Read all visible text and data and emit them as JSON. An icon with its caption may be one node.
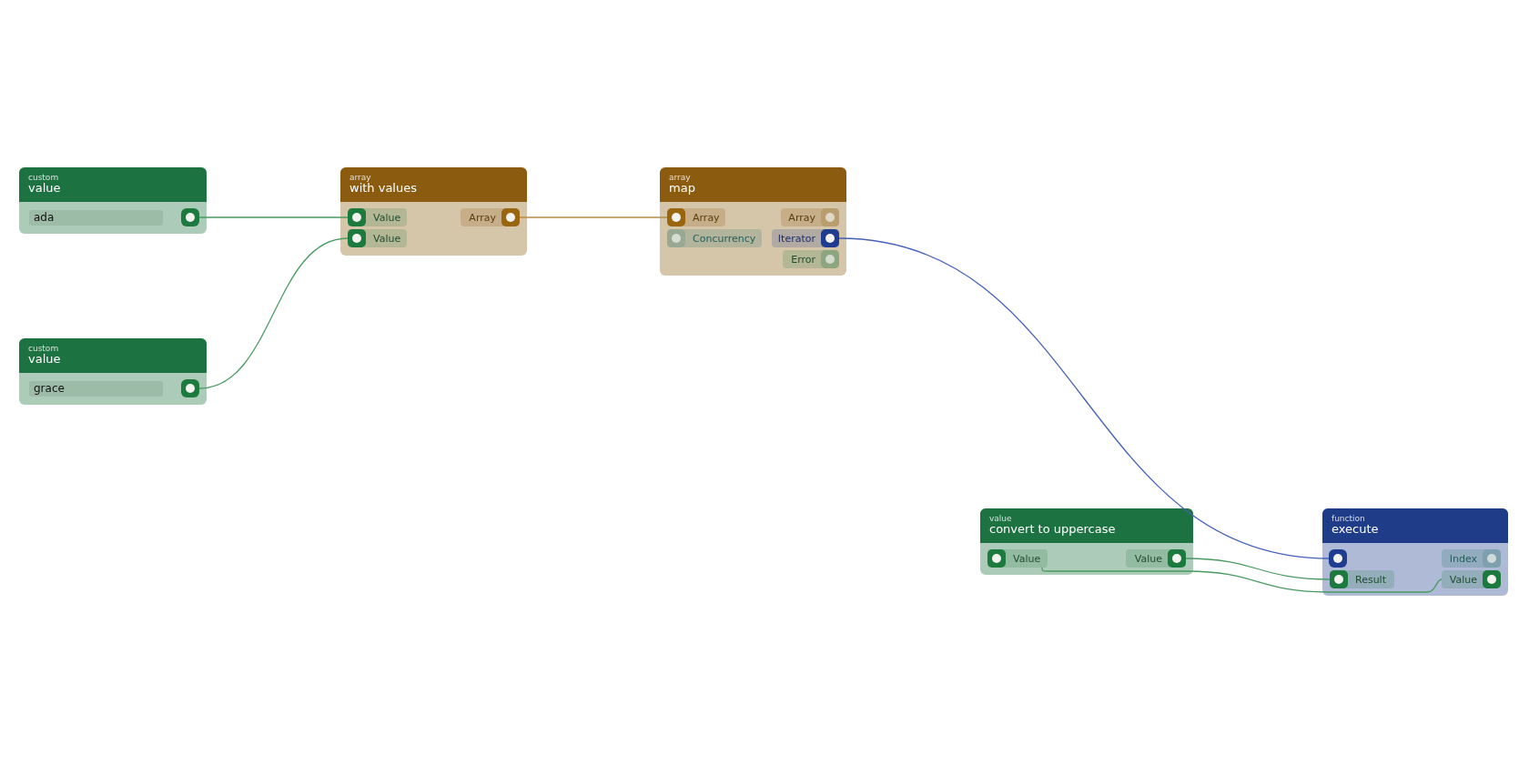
{
  "diagram": {
    "nodes": [
      {
        "text": [
          "custom",
          "value"
        ]
      },
      {
        "text": [
          "ada"
        ],
        "in": 0
      },
      {
        "text": [],
        "shape": "box",
        "in": 0
      },
      {
        "text": [
          "custom",
          "value"
        ]
      },
      {
        "text": [
          "grace"
        ],
        "in": 3
      },
      {
        "text": [],
        "shape": "box",
        "in": 3
      },
      {
        "text": [
          "array",
          "with values"
        ]
      },
      {
        "text": [
          "Value"
        ],
        "in": 6
      },
      {
        "text": [
          "Value"
        ],
        "in": 6
      },
      {
        "text": [
          "Array"
        ],
        "in": 6
      },
      {
        "text": [
          "array",
          "map"
        ]
      },
      {
        "text": [
          "Array"
        ],
        "in": 10
      },
      {
        "text": [
          "Array"
        ],
        "in": 10
      },
      {
        "text": [
          "Concurrency"
        ],
        "in": 10
      },
      {
        "text": [
          "Iterator"
        ],
        "in": 10
      },
      {
        "text": [
          "Error"
        ],
        "in": 10
      },
      {
        "text": [
          "value",
          "convert to uppercase"
        ]
      },
      {
        "text": [
          "Value"
        ],
        "in": 16
      },
      {
        "text": [
          "Value"
        ],
        "in": 16
      },
      {
        "text": [
          "function",
          "execute"
        ]
      },
      {
        "text": [],
        "shape": "box",
        "in": 19
      },
      {
        "text": [
          "Index"
        ],
        "in": 19
      },
      {
        "text": [
          "Result"
        ],
        "in": 19
      },
      {
        "text": [
          "Value"
        ],
        "in": 19
      }
    ],
    "edges": [
      {
        "from": 2,
        "to": 7,
        "arrow": "none"
      },
      {
        "from": 5,
        "to": 8,
        "arrow": "none"
      },
      {
        "from": 9,
        "to": 11,
        "arrow": "none",
        "color": "#b38b45"
      },
      {
        "from": 14,
        "to": 20,
        "arrow": "none",
        "color": "#4560b8"
      },
      {
        "from": 18,
        "to": 22,
        "arrow": "none"
      },
      {
        "from": 23,
        "to": 17,
        "arrow": "none"
      }
    ]
  }
}
